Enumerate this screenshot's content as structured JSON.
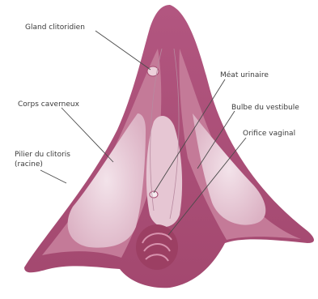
{
  "labels": {
    "gland": "Gland clitoridien",
    "meat": "Méat urinaire",
    "corps": "Corps caverneux",
    "bulbe": "Bulbe du vestibule",
    "orifice": "Orifice vaginal",
    "pilier_line1": "Pilier du clitoris",
    "pilier_line2": "(racine)"
  },
  "colors": {
    "outer_tissue": "#a4486f",
    "mid_tissue": "#c77e9c",
    "pale_tissue": "#ead2dc",
    "orifice": "#9c3f63",
    "leader_line": "#4a4a4a",
    "label_text": "#3a3a3a"
  }
}
